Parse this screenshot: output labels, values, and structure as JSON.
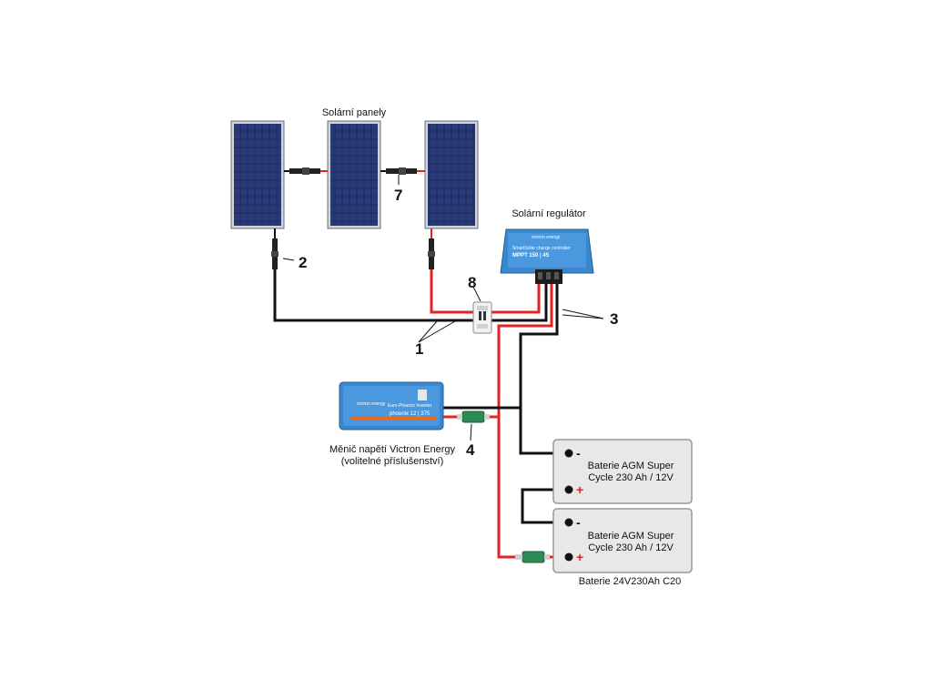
{
  "labels": {
    "panels_title": "Solární panely",
    "regulator_title": "Solární regulátor",
    "inverter_title_line1": "Měnič napětí Victron Energy",
    "inverter_title_line2": "(volitelné příslušenství)",
    "battery_bank": "Baterie 24V230Ah C20"
  },
  "callouts": {
    "n1": "1",
    "n2": "2",
    "n3": "3",
    "n4": "4",
    "n7": "7",
    "n8": "8"
  },
  "batteries": [
    {
      "line1": "Baterie AGM Super",
      "line2": "Cycle 230 Ah / 12V",
      "minus": "-",
      "plus": "+"
    },
    {
      "line1": "Baterie AGM Super",
      "line2": "Cycle 230 Ah / 12V",
      "minus": "-",
      "plus": "+"
    }
  ],
  "regulator": {
    "brand": "victron energy",
    "model_line1": "SmartSolar charge controller",
    "model_line2": "MPPT 150 | 45"
  },
  "inverter": {
    "brand": "victron energy",
    "model_line1": "Euro Phoenix Inverter",
    "model_line2": "phoenix 12 | 375"
  },
  "colors": {
    "positive_wire": "#e32222",
    "negative_wire": "#111111",
    "victron_blue": "#3a87cf",
    "panel_cell": "#1e2a5a",
    "battery_fill": "#e8e8e8",
    "fuse_green": "#2e8b57"
  }
}
